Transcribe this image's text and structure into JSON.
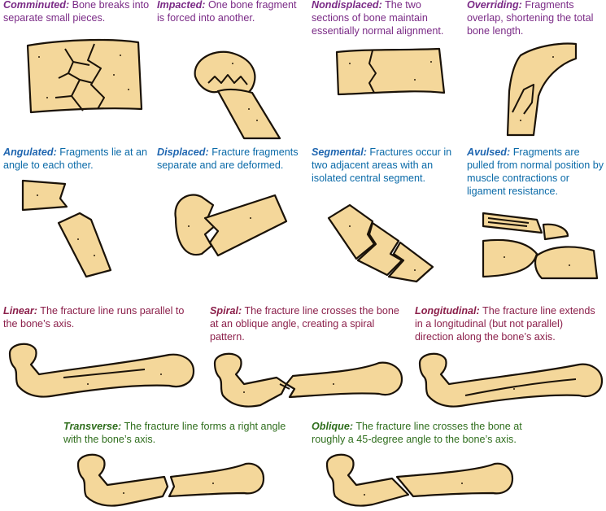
{
  "row1": [
    {
      "term": "Comminuted:",
      "desc": "Bone breaks into separate small pieces.",
      "color": "#7a2a86"
    },
    {
      "term": "Impacted:",
      "desc": "One bone fragment is forced into another.",
      "color": "#7a2a86"
    },
    {
      "term": "Nondisplaced:",
      "desc": "The two sections of bone maintain essentially normal alignment.",
      "color": "#7a2a86"
    },
    {
      "term": "Overriding:",
      "desc": "Fragments overlap, shortening the total bone length.",
      "color": "#7a2a86"
    }
  ],
  "row2": [
    {
      "term": "Angulated:",
      "desc": "Fragments lie at an angle to each other.",
      "color": "#1f66b0"
    },
    {
      "term": "Displaced:",
      "desc": "Fracture fragments separate and are deformed.",
      "color": "#1f66b0"
    },
    {
      "term": "Segmental:",
      "desc": "Fractures occur in two adjacent areas with an isolated central segment.",
      "color": "#1f66b0"
    },
    {
      "term": "Avulsed:",
      "desc": "Fragments are pulled from normal position by muscle contractions or ligament resistance.",
      "color": "#1f66b0"
    }
  ],
  "row3": [
    {
      "term": "Linear:",
      "desc": "The fracture line runs parallel to the bone’s axis.",
      "color": "#8b1f4a"
    },
    {
      "term": "Spiral:",
      "desc": "The fracture line crosses the bone at an oblique angle, creating a spiral pattern.",
      "color": "#8b1f4a"
    },
    {
      "term": "Longitudinal:",
      "desc": "The fracture line extends in a longitudinal (but not parallel) direction along the bone’s axis.",
      "color": "#8b1f4a"
    }
  ],
  "row4": [
    {
      "term": "Transverse:",
      "desc": "The fracture line forms a right angle with the bone’s axis.",
      "color": "#2f6e1d"
    },
    {
      "term": "Oblique:",
      "desc": "The fracture line crosses the bone at roughly a 45-degree angle to the bone’s axis.",
      "color": "#2f6e1d"
    }
  ],
  "colors": {
    "bone": "#f4d79a",
    "outline": "#1a1208"
  }
}
